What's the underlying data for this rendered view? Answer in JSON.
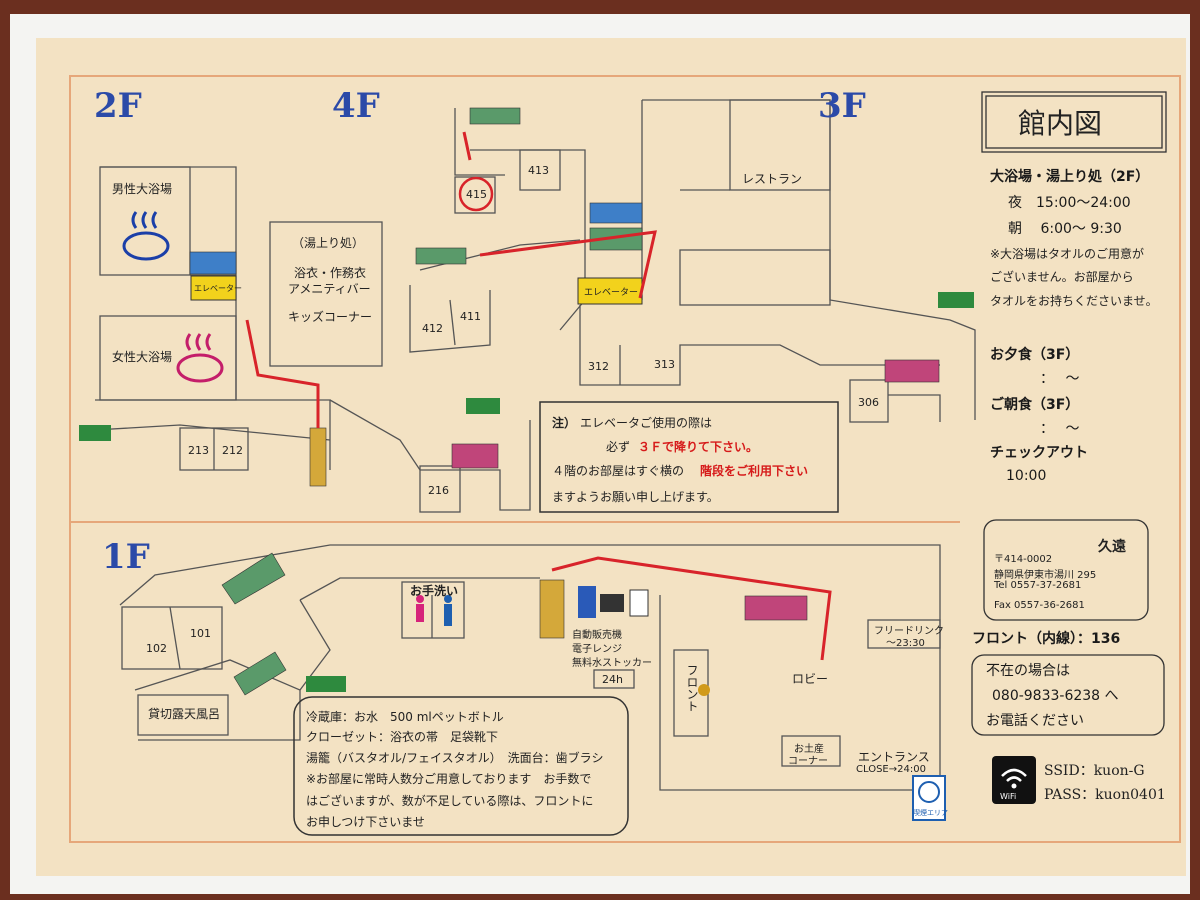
{
  "floors": {
    "f2": "2F",
    "f4": "4F",
    "f3": "3F",
    "f1": "1F"
  },
  "title": "館内図",
  "bath_section": {
    "heading": "大浴場・湯上り処（2F）",
    "night": "夜　15:00～24:00",
    "morning": "朝　 6:00～ 9:30",
    "note1": "※大浴場はタオルのご用意が",
    "note2": "ございません。お部屋から",
    "note3": "タオルをお持ちくださいませ。"
  },
  "meals": {
    "dinner_label": "お夕食（3F）",
    "dinner_time": "：　 ～",
    "breakfast_label": "ご朝食（3F）",
    "breakfast_time": "：　 ～",
    "checkout_label": "チェックアウト",
    "checkout_time": "10:00"
  },
  "rooms_2f": {
    "men_bath": "男性大浴場",
    "women_bath": "女性大浴場",
    "elevator": "エレベーター",
    "r213": "213",
    "r212": "212",
    "r216": "216"
  },
  "lounge": {
    "title": "（湯上り処）",
    "line1": "浴衣・作務衣",
    "line2": "アメニティバー",
    "line3": "キッズコーナー"
  },
  "rooms_4f": {
    "r413": "413",
    "r415": "415",
    "r412": "412",
    "r411": "411"
  },
  "rooms_3f": {
    "restaurant": "レストラン",
    "elevator": "エレベーター",
    "r312": "312",
    "r313": "313",
    "r306": "306"
  },
  "notice": {
    "l1a": "注）",
    "l1b": "エレベータご使用の際は",
    "l2a": "必ず",
    "l2b": "３Ｆで降りて下さい。",
    "l3a": "４階のお部屋はすぐ横の",
    "l3b": "階段をご利用下さい",
    "l4": "ますようお願い申し上げます。"
  },
  "rooms_1f": {
    "r102": "102",
    "r101": "101",
    "open_bath": "貸切露天風呂",
    "toilet": "お手洗い",
    "vending1": "自動販売機",
    "vending2": "電子レンジ",
    "vending3": "無料水ストッカー",
    "h24": "24h",
    "front": "フロント",
    "lobby": "ロビー",
    "free_drink": "フリードリンク",
    "free_drink_time": "～23:30",
    "souvenir1": "お土産",
    "souvenir2": "コーナー",
    "entrance": "エントランス",
    "close": "CLOSE→24:00",
    "smoking": "喫煙エリア"
  },
  "amenities": {
    "l1": "冷蔵庫：お水　500 mlペットボトル",
    "l2": "クローゼット：浴衣の帯　足袋靴下",
    "l3": "湯籠（バスタオル/フェイスタオル）　洗面台：歯ブラシ",
    "l4": "※お部屋に常時人数分ご用意しております　お手数で",
    "l5": "はございますが、数が不足している際は、フロントに",
    "l6": "お申しつけ下さいませ"
  },
  "address": {
    "zip": "〒414-0002",
    "addr": "静岡県伊東市湯川 295",
    "tel": "Tel 0557-37-2681",
    "fax": "Fax 0557-36-2681",
    "logo": "久遠"
  },
  "front_ext": "フロント（内線）：136",
  "absence": {
    "l1": "不在の場合は",
    "l2": "080-9833-6238 へ",
    "l3": "お電話ください"
  },
  "wifi": {
    "icon_label": "WiFi",
    "ssid": "SSID：kuon-G",
    "pass": "PASS：kuon0401"
  },
  "colors": {
    "floor_blue": "#2b4aa8",
    "arrow_red": "#d8232a",
    "stair_green": "#5a9a6a",
    "stair_blue": "#3e7fc8",
    "stair_pink": "#c0457a",
    "stair_yellow": "#d4a83a",
    "elevator_yellow": "#f2d21c"
  }
}
